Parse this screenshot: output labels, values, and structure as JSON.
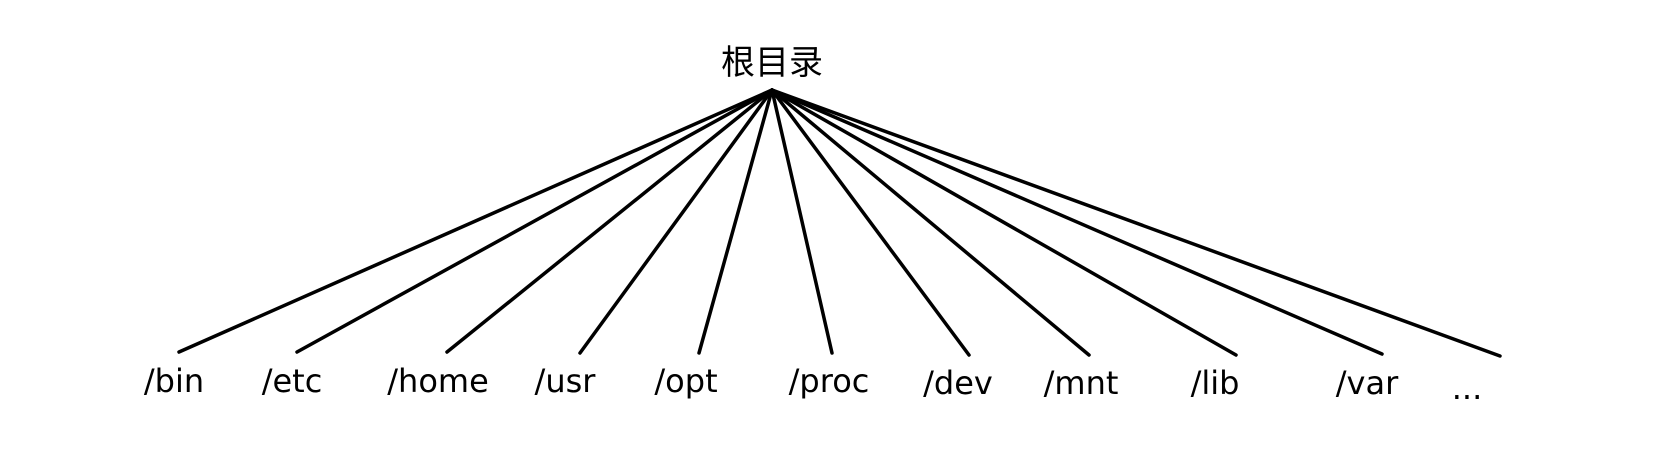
{
  "tree": {
    "root": {
      "label": "根目录"
    },
    "children": [
      {
        "label": "/bin"
      },
      {
        "label": "/etc"
      },
      {
        "label": "/home"
      },
      {
        "label": "/usr"
      },
      {
        "label": "/opt"
      },
      {
        "label": "/proc"
      },
      {
        "label": "/dev"
      },
      {
        "label": "/mnt"
      },
      {
        "label": "/lib"
      },
      {
        "label": "/var"
      },
      {
        "label": "..."
      }
    ]
  },
  "colors": {
    "line": "#000000",
    "text": "#000000",
    "background": "#ffffff"
  }
}
